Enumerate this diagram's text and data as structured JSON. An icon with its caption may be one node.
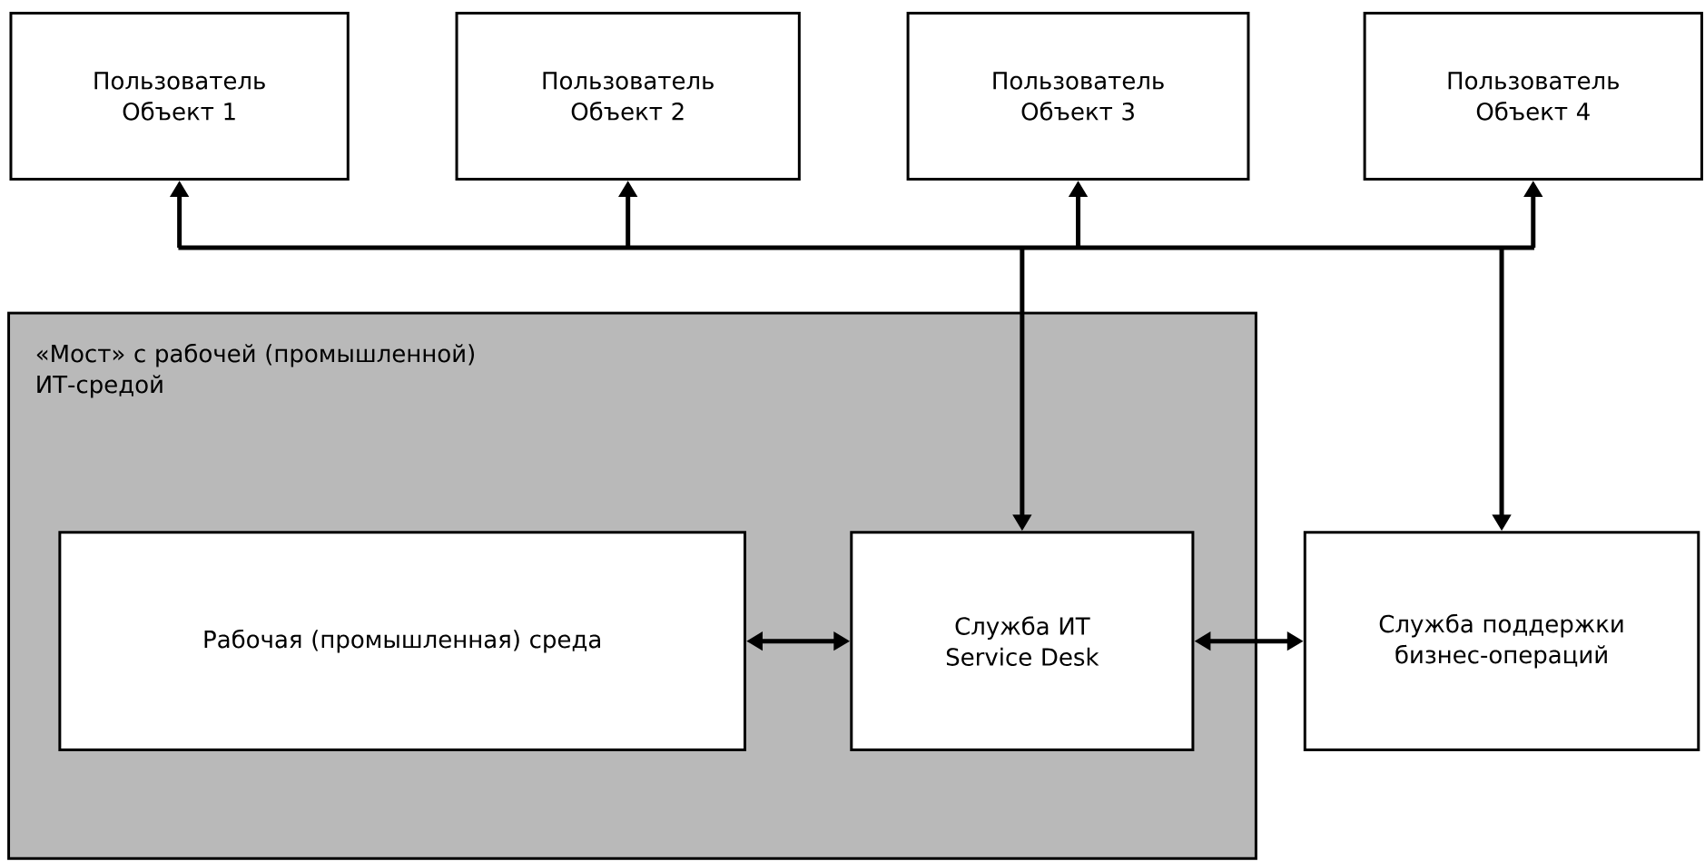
{
  "diagram": {
    "nodes": [
      {
        "text": [
          "Пользователь Объект 1"
        ]
      },
      {
        "text": [
          "Пользователь Объект 2"
        ]
      },
      {
        "text": [
          "Пользователь Объект 3"
        ]
      },
      {
        "text": [
          "Пользователь Объект 4"
        ]
      },
      {
        "text": [
          "«Мост» с рабочей (промышленной) ИТ-средой"
        ]
      },
      {
        "text": [
          "Рабочая (промышленная) среда"
        ],
        "in": 4
      },
      {
        "text": [
          "Служба ИТ Service Desk"
        ],
        "in": 4
      },
      {
        "text": [
          "Служба поддержки бизнес-операций"
        ]
      }
    ],
    "edges": [
      {
        "from": 6,
        "to": 0,
        "arrow": "both"
      },
      {
        "from": 6,
        "to": 1,
        "arrow": "both"
      },
      {
        "from": 6,
        "to": 2,
        "arrow": "both"
      },
      {
        "from": 6,
        "to": 3,
        "arrow": "both"
      },
      {
        "from": 7,
        "to": 0,
        "arrow": "both"
      },
      {
        "from": 7,
        "to": 1,
        "arrow": "both"
      },
      {
        "from": 7,
        "to": 2,
        "arrow": "both"
      },
      {
        "from": 7,
        "to": 3,
        "arrow": "both"
      },
      {
        "from": 5,
        "to": 6,
        "arrow": "both"
      },
      {
        "from": 6,
        "to": 7,
        "arrow": "both"
      }
    ]
  }
}
